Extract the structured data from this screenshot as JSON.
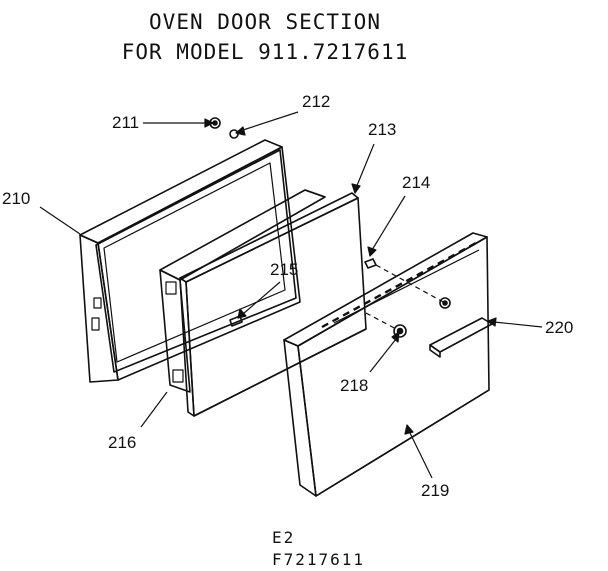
{
  "title": {
    "line1": "OVEN DOOR SECTION",
    "line2": "FOR MODEL 911.7217611"
  },
  "callouts": {
    "p210": "210",
    "p211": "211",
    "p212": "212",
    "p213": "213",
    "p214": "214",
    "p215": "215",
    "p216": "216",
    "p218": "218",
    "p219": "219",
    "p220": "220"
  },
  "footer": {
    "code1": "E2",
    "code2": "F7217611"
  }
}
